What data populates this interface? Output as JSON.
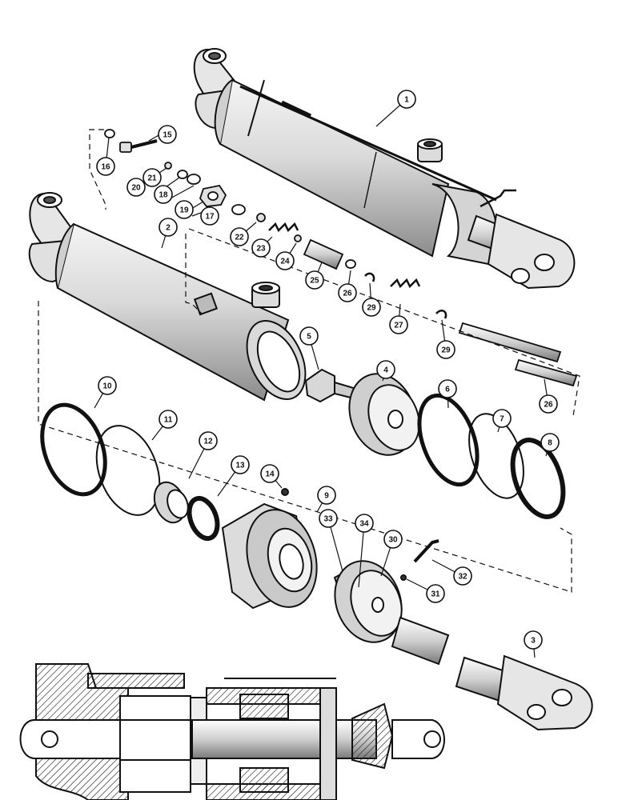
{
  "colors": {
    "ink": "#111111",
    "paper": "#ffffff",
    "shade": "#bdbdbd",
    "mid": "#8a8a8a",
    "hatch": "#333333"
  },
  "callouts": [
    {
      "id": "p1",
      "label": "1"
    },
    {
      "id": "p2",
      "label": "2"
    },
    {
      "id": "p3",
      "label": "3"
    },
    {
      "id": "p4",
      "label": "4"
    },
    {
      "id": "p5",
      "label": "5"
    },
    {
      "id": "p6",
      "label": "6"
    },
    {
      "id": "p7",
      "label": "7"
    },
    {
      "id": "p8",
      "label": "8"
    },
    {
      "id": "p9",
      "label": "9"
    },
    {
      "id": "p10",
      "label": "10"
    },
    {
      "id": "p11",
      "label": "11"
    },
    {
      "id": "p12",
      "label": "12"
    },
    {
      "id": "p13",
      "label": "13"
    },
    {
      "id": "p14",
      "label": "14"
    },
    {
      "id": "p15",
      "label": "15"
    },
    {
      "id": "p16",
      "label": "16"
    },
    {
      "id": "p17",
      "label": "17"
    },
    {
      "id": "p18",
      "label": "18"
    },
    {
      "id": "p19",
      "label": "19"
    },
    {
      "id": "p20",
      "label": "20"
    },
    {
      "id": "p21",
      "label": "21"
    },
    {
      "id": "p22",
      "label": "22"
    },
    {
      "id": "p23",
      "label": "23"
    },
    {
      "id": "p24",
      "label": "24"
    },
    {
      "id": "p25",
      "label": "25"
    },
    {
      "id": "p26",
      "label": "26"
    },
    {
      "id": "p27",
      "label": "27"
    },
    {
      "id": "p26b",
      "label": "26"
    },
    {
      "id": "p29",
      "label": "29"
    },
    {
      "id": "p29b",
      "label": "29"
    },
    {
      "id": "p30",
      "label": "30"
    },
    {
      "id": "p31",
      "label": "31"
    },
    {
      "id": "p32",
      "label": "32"
    },
    {
      "id": "p33",
      "label": "33"
    },
    {
      "id": "p34",
      "label": "34"
    }
  ]
}
